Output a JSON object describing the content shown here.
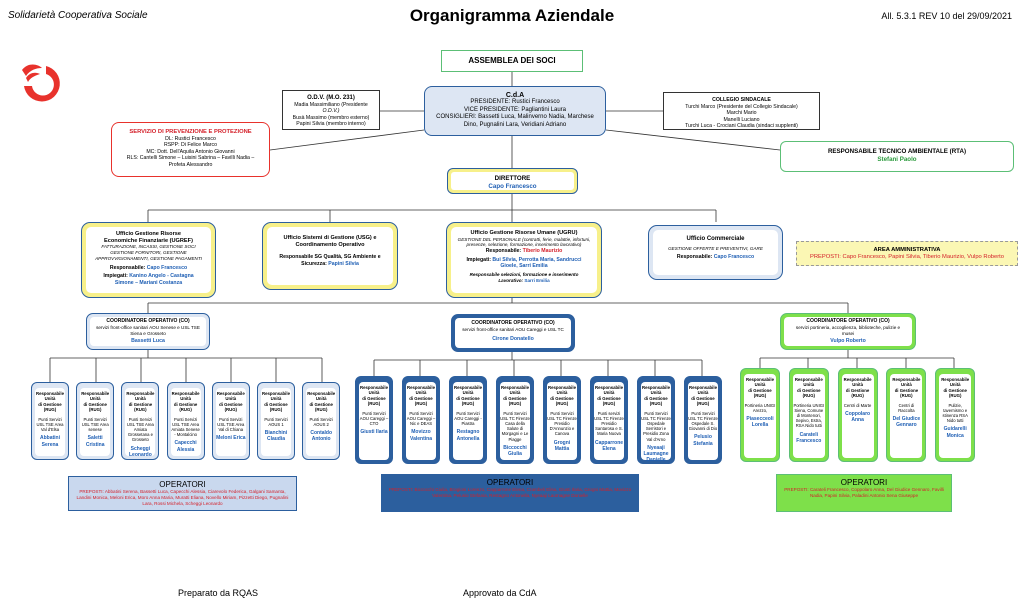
{
  "header": {
    "left": "Solidarietà Cooperativa Sociale",
    "title": "Organigramma Aziendale",
    "right": "All. 5.3.1 REV 10 del 29/09/2021"
  },
  "colors": {
    "yellow": "#f7f08a",
    "blue_dark": "#2c5f9e",
    "blue_light": "#dde6f3",
    "green": "#7ee04a",
    "red": "#e8322c",
    "teal_green": "#5cbf76"
  },
  "assemblea": "ASSEMBLEA DEI SOCI",
  "odv": {
    "title": "O.D.V. (M.O. 231)",
    "l1": "Madia Massimiliano (Presidente",
    "l2": "O.D.V.)",
    "l3": "Busà Massimo (membro esterno)",
    "l4": "Papini Silvia (membro interno)"
  },
  "cda": {
    "title": "C.d.A",
    "l1": "PRESIDENTE: Rustici Francesco",
    "l2": "VICE PRESIDENTE: Pagliantini Laura",
    "l3": "CONSIGLIERI: Bassetti Luca, Malinverno Nadia, Marchese",
    "l4": "Dino, Pugnalini Lara, Veridiani Adriano"
  },
  "collegio": {
    "title": "COLLEGIO SINDACALE",
    "l1": "Turchi Marco (Presidente del Collegio Sindacale)",
    "l2": "Marchi Mario",
    "l3": "Manelli Luciano",
    "l4": "Turchi Luca - Crociani Claudia (sindaci supplenti)"
  },
  "spp": {
    "title1": "SERVIZIO DI PREVENZIONE E PROTEZIONE",
    "l1": "DL: Rustici Francesco",
    "l2": "RSPP: Di Felice Marco",
    "l3": "MC: Dott. Dell'Aquila Antonio Giovanni",
    "l4": "RLS: Cantelli Simone – Luisini Sabrina – Favilli Nadia –",
    "l5": "Profeta Alessandro"
  },
  "rta": {
    "title": "RESPONSABILE TECNICO AMBIENTALE (RTA)",
    "name": "Stefani Paolo"
  },
  "direttore": {
    "title": "DIRETTORE",
    "name": "Capo Francesco"
  },
  "uff_gref": {
    "t1": "Ufficio Gestione Risorse",
    "t2": "Economiche Finanziarie (UGREF)",
    "d1": "FATTURAZIONE, INCASSI, GESTIONE SOCI",
    "d2": "GESTIONE FORNITORI, GESTIONE",
    "d3": "APPROVVIGIONAMENTI, GESTIONE PAGAMENTI",
    "resp_label": "Responsabile:",
    "resp": "Capo Francesco",
    "imp_label": "Impiegati:",
    "imp1": "Kanino Angelo - Castagna",
    "imp2": "Simone – Mariani Costanza"
  },
  "uff_usg": {
    "t1": "Ufficio Sistemi di Gestione (USG) e",
    "t2": "Coordinamento Operativo",
    "r1": "Responsabile SG Qualità, SG Ambiente e",
    "r2": "Sicurezza:",
    "resp": "Papini Silvia"
  },
  "uff_ugru": {
    "t1": "Ufficio Gestione Risorse Umane (UGRU)",
    "d1": "GESTIONE DEL PERSONALE (contratti, ferie, malattie, infortuni,",
    "d2": "presenze, selezione, formazione, inserimento lavorativo)",
    "resp_label": "Responsabile:",
    "resp": "Tiberio Maurizio",
    "imp_label": "Impiegati:",
    "imp1": "Bui Silvia, Perrotta Maria, Sandrucci",
    "imp2": "Gioele, Sarri Emilia",
    "s1": "Responsabile selezioni, formazione e inserimento",
    "s2_label": "Lavorativo:",
    "s2": "Sarri Emilia"
  },
  "uff_comm": {
    "t1": "Ufficio Commerciale",
    "d1": "GESTIONE OFFERTE E PREVENTIVI, GARE",
    "resp_label": "Responsabile:",
    "resp": "Capo Francesco"
  },
  "area_amm": {
    "title": "AREA AMMINISTRATIVA",
    "text": "PREPOSTI: Capo Francesco, Papini Silvia, Tiberio Maurizio, Vulpo Roberto"
  },
  "co": [
    {
      "title": "COORDINATORE OPERATIVO (CO)",
      "d1": "servizi front-office sanitari AOU Senese e USL TSE",
      "d2": "Siena e Grosseto",
      "name": "Bassetti Luca"
    },
    {
      "title": "COORDINATORE OPERATIVO (CO)",
      "d1": "servizi front-office sanitari AOU Careggi e USL TC",
      "d2": "",
      "name": "Cirone Donatello"
    },
    {
      "title": "COORDINATORE OPERATIVO (CO)",
      "d1": "servizi portineria, accoglienza, biblioteche, pulizie e",
      "d2": "musei",
      "name": "Vulpo Roberto"
    }
  ],
  "rug_title": "Responsabile Unità di Gestione (RUG)",
  "rug_title_lines": [
    "Responsabile",
    "Unità",
    "di Gestione",
    "(RUG)"
  ],
  "rug_left": [
    {
      "d": "Punti Servizi USL TSE Area Val d'Elsa",
      "n": "Abbatini Serena"
    },
    {
      "d": "Punti Servizi USL TSE Area senese",
      "n": "Saletti Cristina"
    },
    {
      "d": "Punti Servizi USL TSE Area Amiata Grossetana e Grosseto",
      "n": "Scheggi Leonardo"
    },
    {
      "d": "Punti Servizi USL TSE Area Amiata Senese - Montalcino",
      "n": "Capecchi Alessia"
    },
    {
      "d": "Punti Servizi USL TSE Area Val di Chiana",
      "n": "Meloni Erica"
    },
    {
      "d": "Punti Servizi AOUS 1",
      "n": "Bianchini Claudia"
    },
    {
      "d": "Punti Servizi AOUS 2",
      "n": "Contaldo Antonio"
    }
  ],
  "rug_mid": [
    {
      "d": "Punti Servizi AOU Careggi – CTO",
      "n": "Giusti Ilaria"
    },
    {
      "d": "Punti Servizi AOU Careggi – Nic e DEAS",
      "n": "Movizzo Valentina"
    },
    {
      "d": "Punti Servizi AOU Careggi - Piastra",
      "n": "Restagno Antonella"
    },
    {
      "d": "Punti Servizi USL TC Firenze Casa della Salute di Morgagni e Le Piagge",
      "n": "Biccocchi Giulia"
    },
    {
      "d": "Punti Servizi USL TC Firenze Presidio D'Annunzio e Canova",
      "n": "Grogni Mattia"
    },
    {
      "d": "Punti servizi USL TC Firenze Presidio Santarosa e S. Maria Nuova",
      "n": "Capparrone Elena"
    },
    {
      "d": "Punti Servizi USL TC Firenze Ospedale Serristori e Presidio Zona Val d'Arno",
      "n": "Nyeaaji Laumagne Danielle"
    },
    {
      "d": "Punti Servizi USL TC Firenze Ospedale S. Giovanni di Dio",
      "n": "Pelusio Stefania"
    }
  ],
  "rug_right": [
    {
      "d": "Portineria UNIGI Arezzo,",
      "n": "Piasecceoli Lorella"
    },
    {
      "d": "Portineria UNIGI Siena, Comune di Montenori, Sepivo, Estra, RSA Nido tutti",
      "n": "Carateli Francesco"
    },
    {
      "d": "Centri di Marte",
      "n": "Coppolaro Anna"
    },
    {
      "d": "Centri di Raccolta",
      "n": "Del Giudice Gennaro"
    },
    {
      "d": "Pulizie, tavernismo e stinenza RSA Nido tutti",
      "n": "Guidarelli Monica"
    }
  ],
  "operatori": [
    {
      "title": "OPERATORI",
      "text": "PREPOSTI: Abbatini Serena, Bassetti Luca, Capecchi Alessia, Ciarevolo Federica, Galgani Samanta, Landini Monica, Meloni Erica, Moro Anna Maria, Muratti Eliana, Novello Miriam, Pizzetti Diego, Pugnalini Lara, Rossi Michela, Scheggi Leonardo"
    },
    {
      "title": "OPERATORI",
      "text": "PREPOSTI: Biccocchi Giulia, Brogioni Lorenzo, Capparrone Elena, Crambeli Elisa, Giusti Ilaria, Grogni Mattia, Movizzo Valentina, Pelusio Stefania, Restagno Antonella, Nyeaaji Laumagne Danielle"
    },
    {
      "title": "OPERATORI",
      "text": "PREPOSTI: Carateli Francesco, Coppolaro Anna, Del Giudice Gennaro, Favilli Nadia, Papini Silvia, Paladini Antonio Sena Giuseppe"
    }
  ],
  "footer": {
    "left": "Preparato da RQAS",
    "right": "Approvato da CdA"
  }
}
